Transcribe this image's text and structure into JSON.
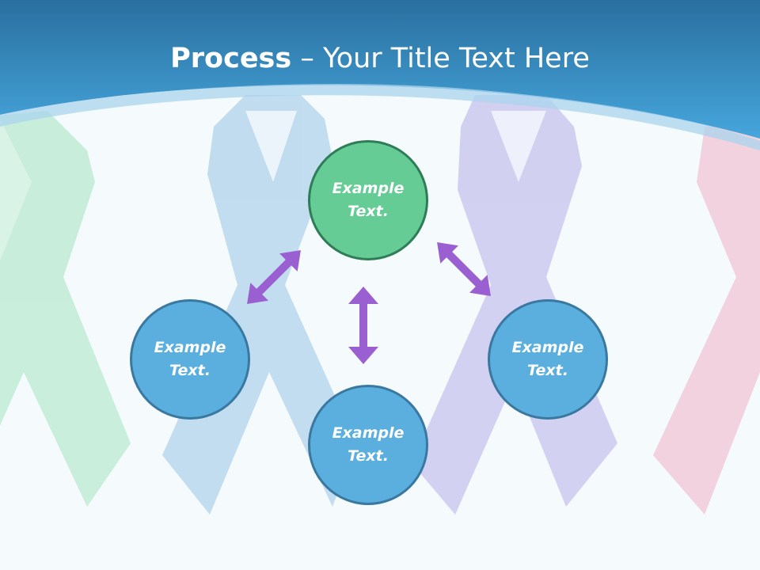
{
  "title": {
    "bold": "Process",
    "rest": " – Your Title Text Here"
  },
  "nodes": {
    "top": {
      "line1": "Example",
      "line2": "Text."
    },
    "left": {
      "line1": "Example",
      "line2": "Text."
    },
    "right": {
      "line1": "Example",
      "line2": "Text."
    },
    "bottom": {
      "line1": "Example",
      "line2": "Text."
    }
  },
  "colors": {
    "header_blue": "#3a8fca",
    "node_blue": "#5aafde",
    "node_green": "#64cc94",
    "arrow_purple": "#9a5fd0",
    "ribbon_green": "#c4ecd8",
    "ribbon_blue": "#bcd8ee",
    "ribbon_purple": "#cfcdf1",
    "ribbon_pink": "#f2cdda"
  }
}
